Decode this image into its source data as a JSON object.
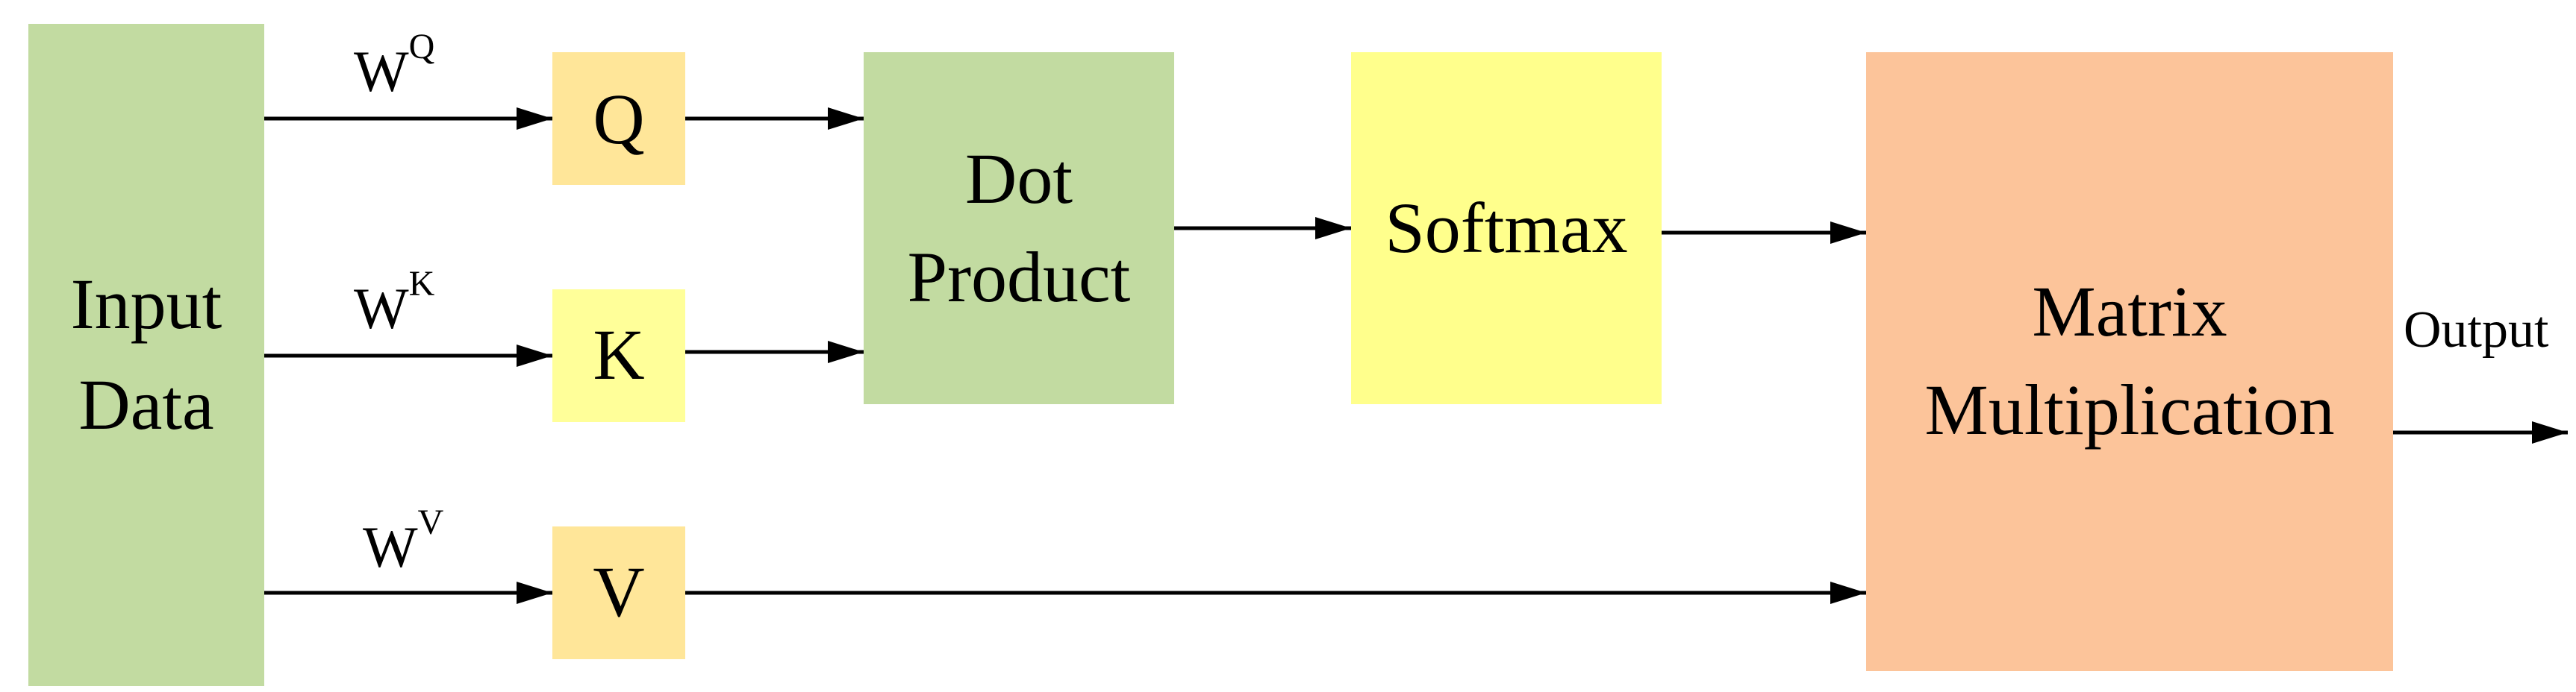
{
  "colors": {
    "input_box": "#c2dba1",
    "q_box": "#ffe699",
    "k_box": "#ffff99",
    "v_box": "#ffe699",
    "dot_product_box": "#c2dba1",
    "softmax_box": "#ffff8c",
    "matmul_box": "#fcc49a",
    "arrow": "#000000"
  },
  "boxes": {
    "input": {
      "line1": "Input",
      "line2": "Data"
    },
    "q": {
      "label": "Q"
    },
    "k": {
      "label": "K"
    },
    "v": {
      "label": "V"
    },
    "dot_product": {
      "line1": "Dot",
      "line2": "Product"
    },
    "softmax": {
      "label": "Softmax"
    },
    "matmul": {
      "line1": "Matrix",
      "line2": "Multiplication"
    }
  },
  "weights": {
    "q": {
      "base": "W",
      "sup": "Q"
    },
    "k": {
      "base": "W",
      "sup": "K"
    },
    "v": {
      "base": "W",
      "sup": "V"
    }
  },
  "output": {
    "label": "Output"
  }
}
